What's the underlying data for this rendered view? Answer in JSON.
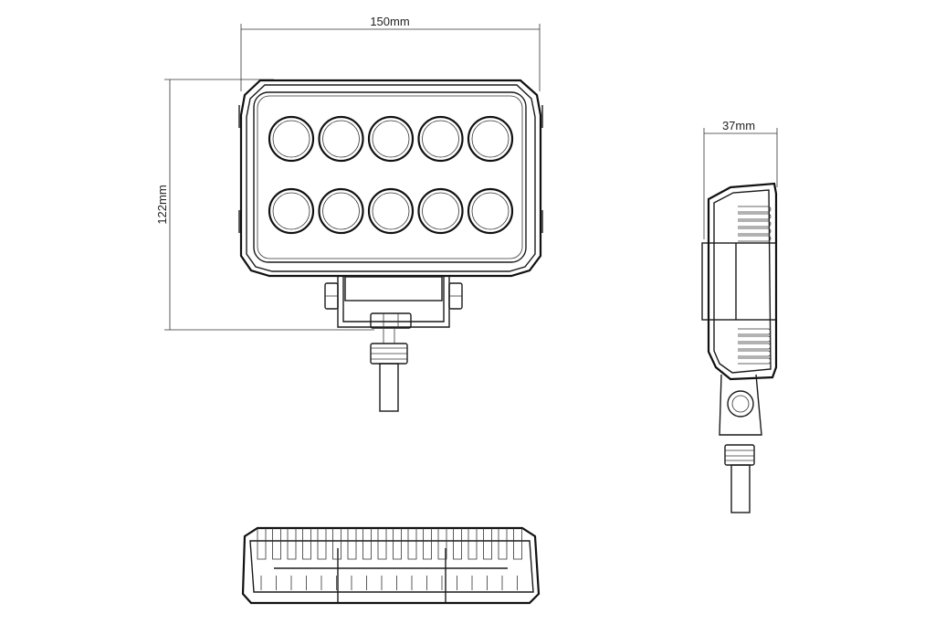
{
  "dimensions": {
    "width_label": "150mm",
    "height_label": "122mm",
    "depth_label": "37mm"
  },
  "front_view": {
    "led_rows": 2,
    "leds_per_row": 5
  },
  "colors": {
    "line": "#1a1a1a",
    "background": "#ffffff"
  }
}
